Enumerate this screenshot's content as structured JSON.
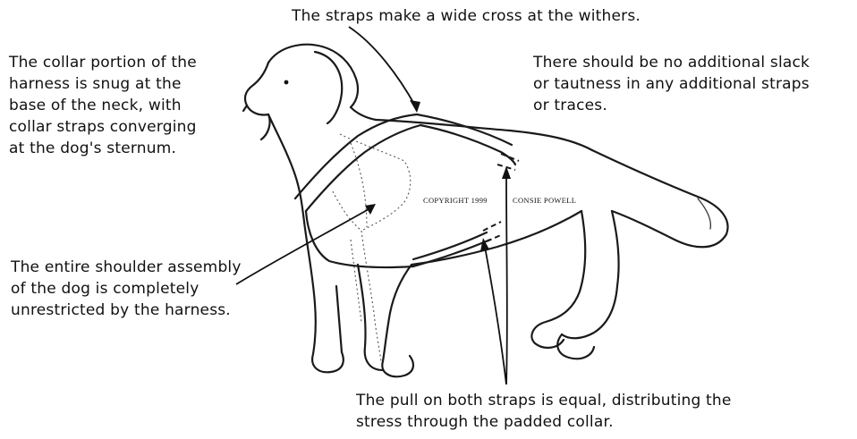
{
  "annotations": {
    "withers": "The straps make a wide cross at the withers.",
    "collar": "The collar portion of the\nharness is snug at the\nbase of the neck, with\ncollar straps converging\nat the dog's sternum.",
    "slack": "There should be no additional slack\nor tautness in any additional straps\nor traces.",
    "shoulder": "The entire shoulder assembly\nof the dog is completely\nunrestricted by the harness.",
    "pull": "The pull on both straps is equal, distributing the\nstress through the padded collar."
  },
  "copyright": {
    "left": "COPYRIGHT 1999",
    "right": "CONSIE POWELL"
  }
}
